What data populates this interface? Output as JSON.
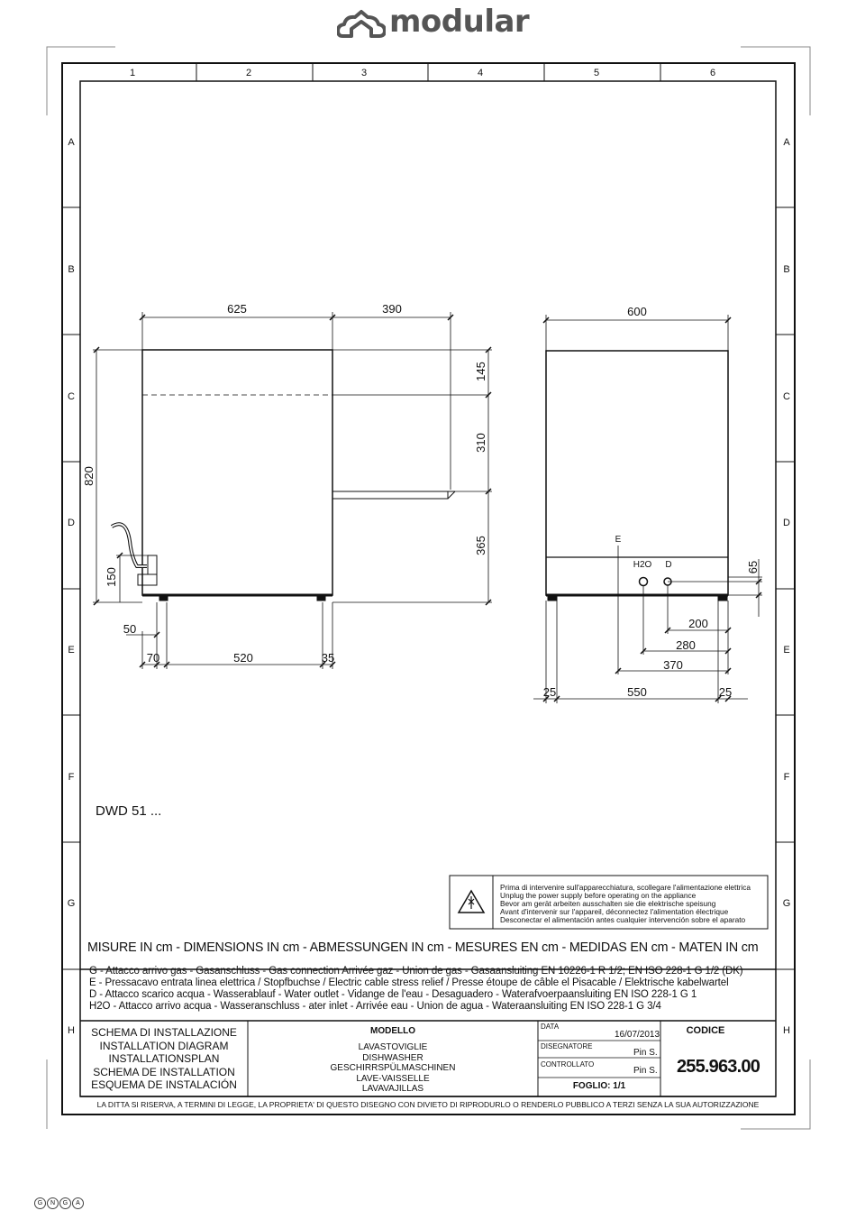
{
  "brand": {
    "name": "modular",
    "icon": "cloud-house-logo-icon"
  },
  "grid": {
    "columns": [
      "1",
      "2",
      "3",
      "4",
      "5",
      "6"
    ],
    "rows": [
      "A",
      "B",
      "C",
      "D",
      "E",
      "F",
      "G",
      "H"
    ]
  },
  "side_view": {
    "dimensions": [
      "625",
      "390",
      "145",
      "310",
      "365",
      "820",
      "150",
      "50",
      "70",
      "520",
      "35"
    ]
  },
  "front_view": {
    "dimensions": [
      "600",
      "65",
      "200",
      "280",
      "370",
      "25",
      "550",
      "25"
    ],
    "labels": {
      "e": "E",
      "h2o": "H2O",
      "d": "D"
    }
  },
  "model_label": "DWD 51 ...",
  "warning": {
    "icon": "warning-triangle-icon",
    "lines": [
      "Prima di intervenire sull'apparecchiatura, scollegare l'alimentazione elettrica",
      "Unplug the power supply before operating on the appliance",
      "Bevor am gerät arbeiten ausschalten sie die elektrische speisung",
      "Avant d'intervenir sur l'appareil, déconnectez l'alimentation électrique",
      "Desconectar el alimentación antes cualquier intervención sobre el aparato"
    ]
  },
  "units_line": "MISURE IN cm - DIMENSIONS IN cm - ABMESSUNGEN IN cm - MESURES EN cm - MEDIDAS EN cm - MATEN IN cm",
  "legend": [
    "G - Attacco arrivo gas - Gasanschluss - Gas connection Arrivée gaz - Union de gas - Gasaansluiting EN 10226-1 R 1/2; EN ISO 228-1 G 1/2 (DK)",
    "E - Pressacavo entrata linea elettrica / Stopfbuchse / Electric cable stress relief / Presse étoupe de câble el Pisacable / Elektrische kabelwartel",
    "D - Attacco scarico acqua - Wasserablauf - Water outlet - Vidange de l'eau - Desaguadero - Waterafvoerpaansluiting  EN ISO 228-1 G 1",
    "H2O - Attacco arrivo acqua - Wasseranschluss - ater inlet - Arrivée eau - Union de agua - Wateraansluiting  EN ISO 228-1 G 3/4"
  ],
  "title_block": {
    "scheme": [
      "SCHEMA DI INSTALLAZIONE",
      "INSTALLATION DIAGRAM",
      "INSTALLATIONSPLAN",
      "SCHEMA DE INSTALLATION",
      "ESQUEMA DE INSTALACIÓN"
    ],
    "modello_label": "MODELLO",
    "modello": [
      "LAVASTOVIGLIE",
      "DISHWASHER",
      "GESCHIRRSPÜLMASCHINEN",
      "LAVE-VAISSELLE",
      "LAVAVAJILLAS"
    ],
    "data_label": "DATA",
    "data_value": "16/07/2013",
    "disegnatore_label": "DISEGNATORE",
    "disegnatore_value": "Pin S.",
    "controllato_label": "CONTROLLATO",
    "controllato_value": "Pin S.",
    "foglio": "FOGLIO: 1/1",
    "codice_label": "CODICE",
    "codice_value": "255.963.00"
  },
  "disclaimer": "LA DITTA SI RISERVA, A TERMINI DI LEGGE, LA PROPRIETA' DI QUESTO DISEGNO CON DIVIETO DI RIPRODURLO O RENDERLO PUBBLICO A TERZI SENZA LA SUA AUTORIZZAZIONE",
  "footer_marks": [
    "G",
    "N",
    "G",
    "A"
  ]
}
